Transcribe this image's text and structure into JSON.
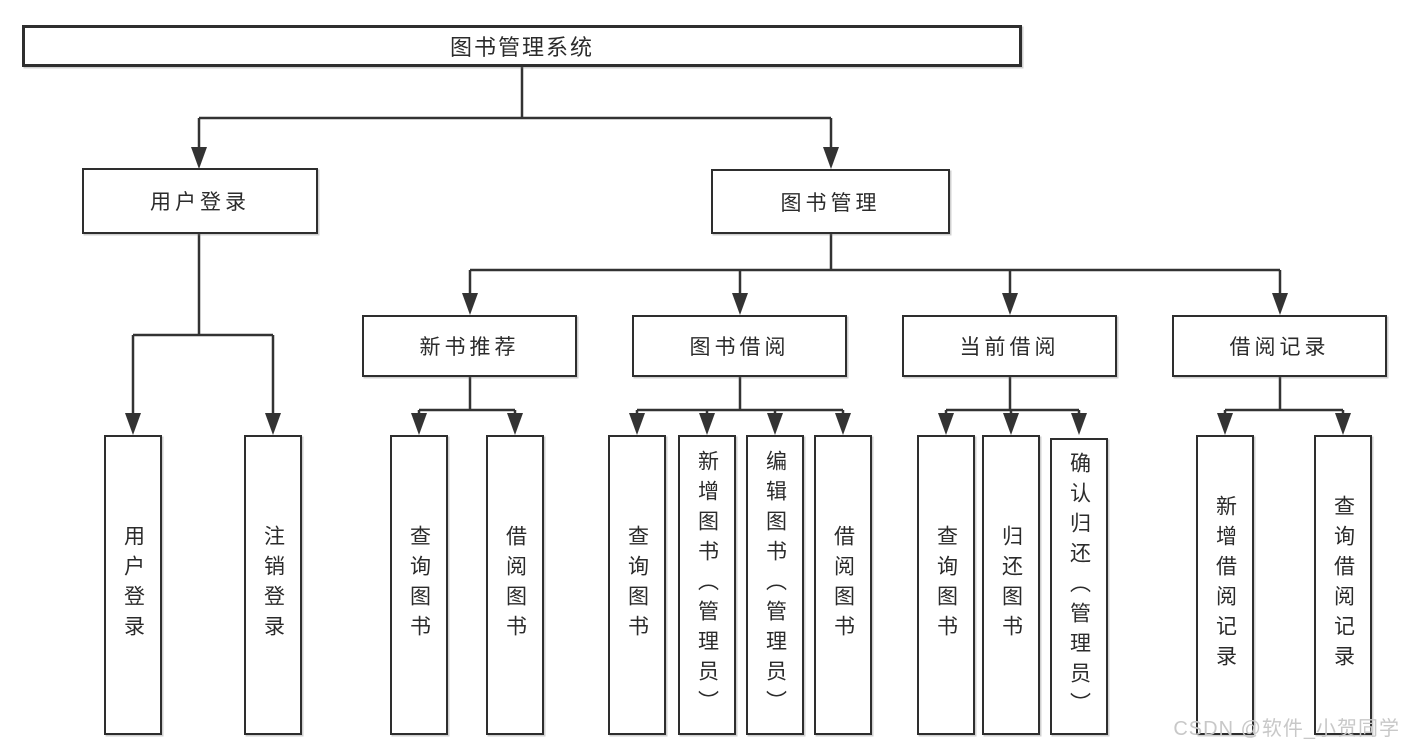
{
  "tree": {
    "root": "图书管理系统",
    "branches": [
      {
        "label": "用户登录",
        "children": [
          "用户登录",
          "注销登录"
        ]
      },
      {
        "label": "图书管理",
        "children": [
          {
            "label": "新书推荐",
            "children": [
              "查询图书",
              "借阅图书"
            ]
          },
          {
            "label": "图书借阅",
            "children": [
              "查询图书",
              "新增图书（管理员）",
              "编辑图书（管理员）",
              "借阅图书"
            ]
          },
          {
            "label": "当前借阅",
            "children": [
              "查询图书",
              "归还图书",
              "确认归还（管理员）"
            ]
          },
          {
            "label": "借阅记录",
            "children": [
              "新增借阅记录",
              "查询借阅记录"
            ]
          }
        ]
      }
    ]
  },
  "watermark": {
    "text": "CSDN @软件_小贺同学",
    "color": "#c8c8c8"
  },
  "colors": {
    "background": "#ffffff",
    "box_fill": "#ffffff",
    "box_border": "#2e2e2e",
    "line": "#333333",
    "text": "#2b2b2b",
    "watermark": "#c8c8c8"
  }
}
